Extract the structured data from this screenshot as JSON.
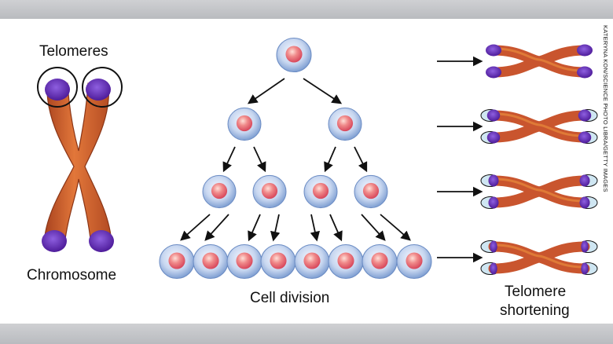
{
  "labels": {
    "telomeres": "Telomeres",
    "chromosome": "Chromosome",
    "cell_division": "Cell division",
    "telomere_line1": "Telomere",
    "telomere_line2": "shortening"
  },
  "credit": "KATERYNA KON/SCIENCE PHOTO LIBRA/GETTY IMAGES",
  "colors": {
    "chromatid": "#c9552e",
    "chromatid_highlight": "#e88a3c",
    "telomere": "#6a2fc0",
    "cell_outer": "#aac2e6",
    "nucleus": "#e86474",
    "arrow": "#111111",
    "band": "#c4c5c8"
  },
  "division_levels": [
    1,
    2,
    4,
    8
  ],
  "telomere_stages": [
    1.0,
    0.75,
    0.5,
    0.25
  ]
}
